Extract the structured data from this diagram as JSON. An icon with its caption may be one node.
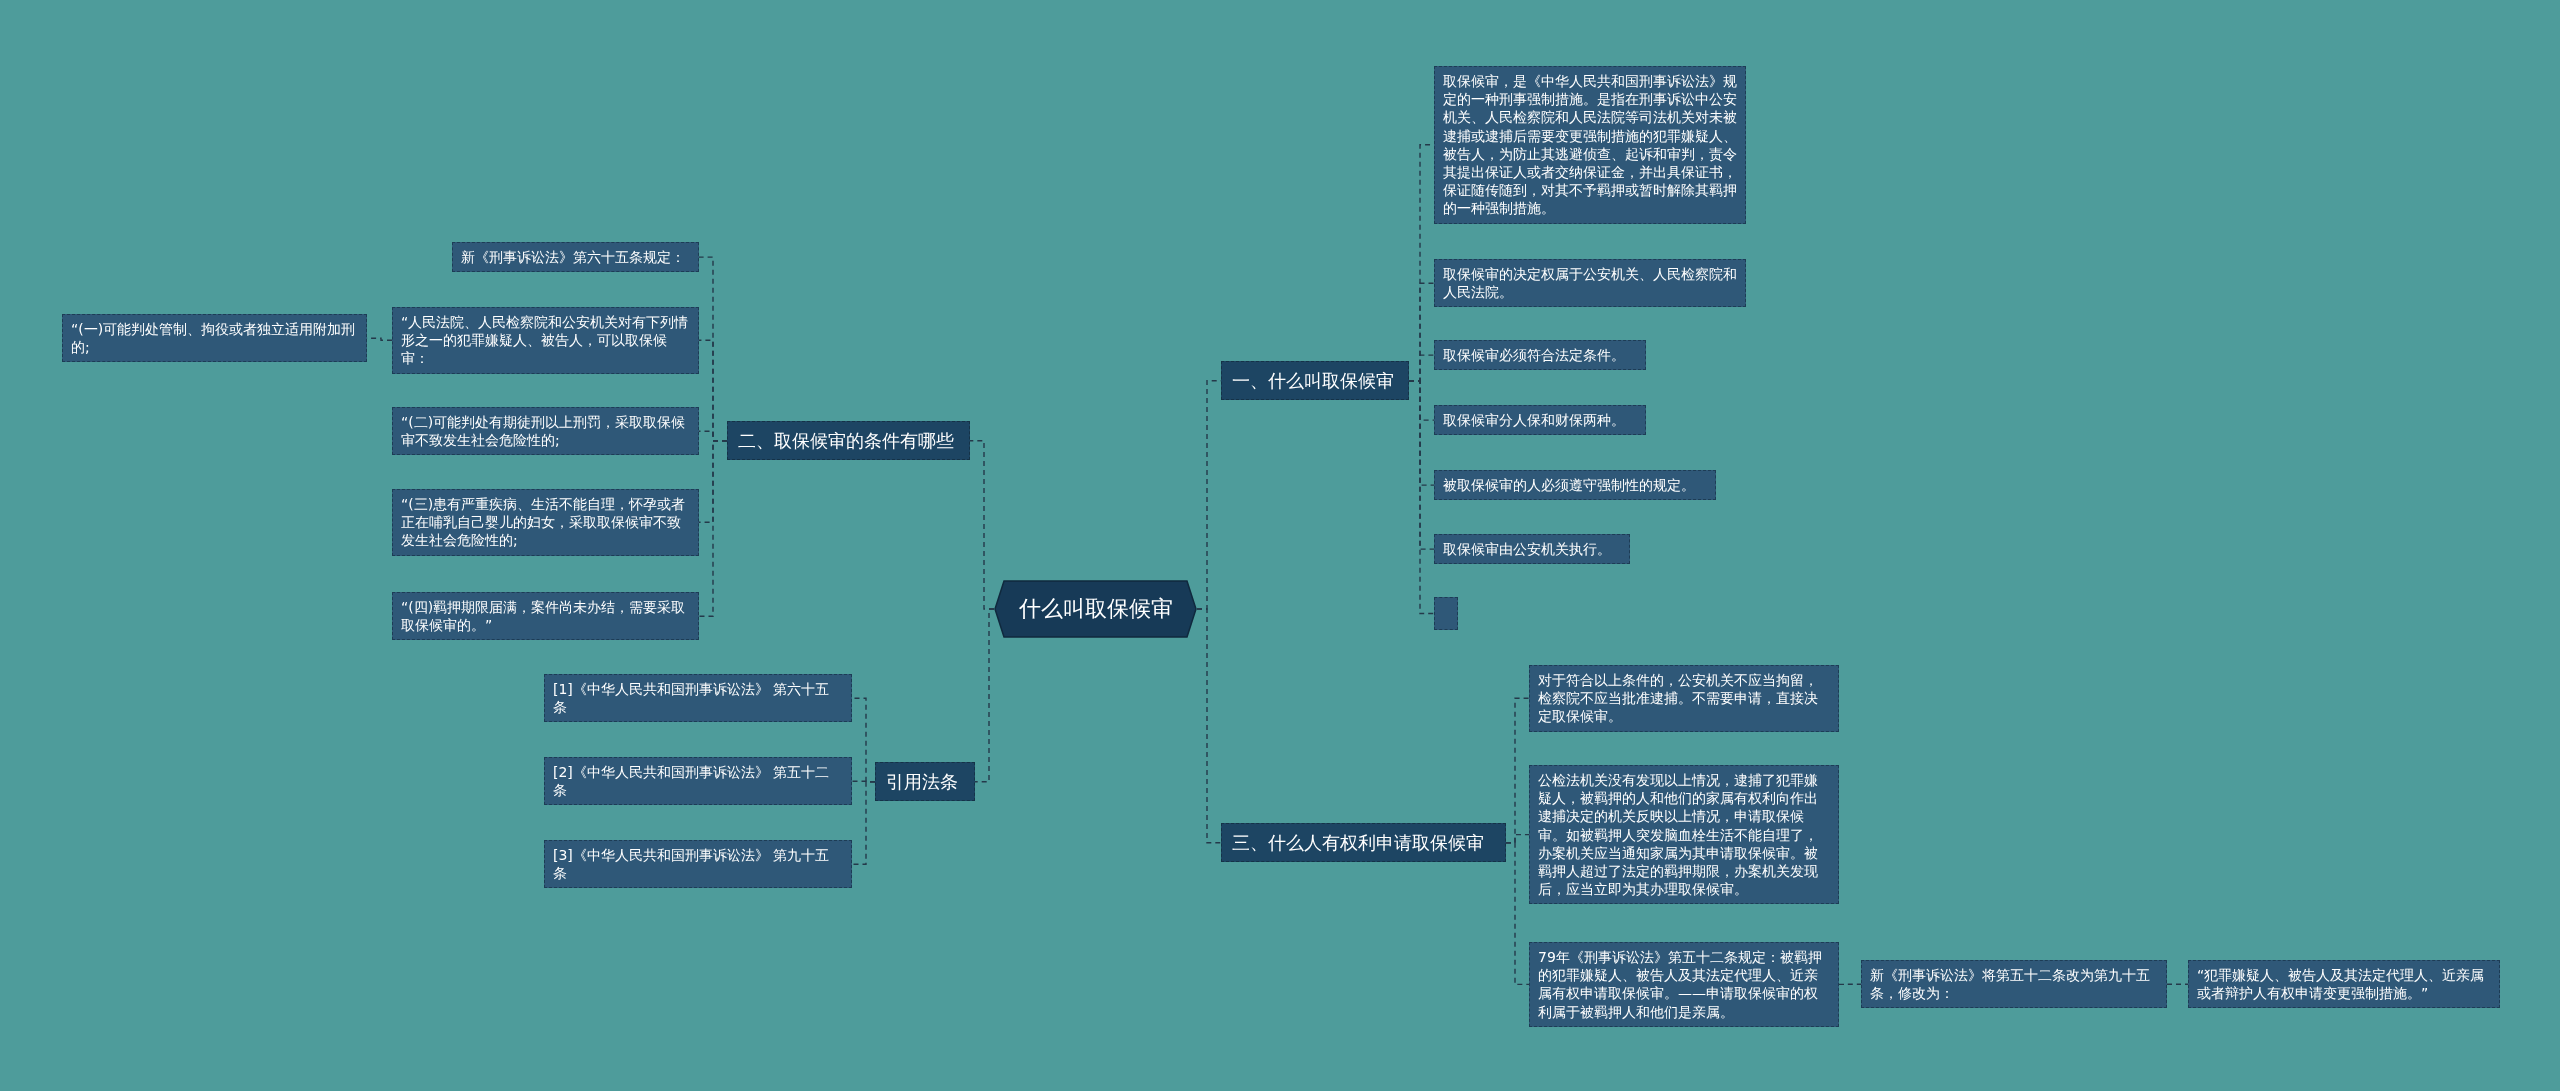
{
  "diagram": {
    "nodes": [
      {
        "text": [
          "什么叫取保候审"
        ]
      },
      {
        "text": [
          "一、什么叫取保候审"
        ]
      },
      {
        "text": [
          "取保候审，是《中华人民共和国刑事诉讼法》规定的一种刑事强制措施。是指在刑事诉讼中公安机关、人民检察院和人民法院等司法机关对未被逮捕或逮捕后需要变更强制措施的犯罪嫌疑人、被告人，为防止其逃避侦查、起诉和审判，责令其提出保证人或者交纳保证金，并出具保证书，保证随传随到，对其不予羁押或暂时解除其羁押的一种强制措施。"
        ]
      },
      {
        "text": [
          "取保候审的决定权属于公安机关、人民检察院和人民法院。"
        ]
      },
      {
        "text": [
          "取保候审必须符合法定条件。"
        ]
      },
      {
        "text": [
          "取保候审分人保和财保两种。"
        ]
      },
      {
        "text": [
          "被取保候审的人必须遵守强制性的规定。"
        ]
      },
      {
        "text": [
          "取保候审由公安机关执行。"
        ]
      },
      {
        "text": [],
        "shape": "box"
      },
      {
        "text": [
          "三、什么人有权利申请取保候审"
        ]
      },
      {
        "text": [
          "对于符合以上条件的，公安机关不应当拘留，检察院不应当批准逮捕。不需要申请，直接决定取保候审。"
        ]
      },
      {
        "text": [
          "公检法机关没有发现以上情况，逮捕了犯罪嫌疑人，被羁押的人和他们的家属有权利向作出逮捕决定的机关反映以上情况，申请取保候审。如被羁押人突发脑血栓生活不能自理了，办案机关应当通知家属为其申请取保候审。被羁押人超过了法定的羁押期限，办案机关发现后，应当立即为其办理取保候审。"
        ]
      },
      {
        "text": [
          "79年《刑事诉讼法》第五十二条规定：被羁押的犯罪嫌疑人、被告人及其法定代理人、近亲属有权申请取保候审。——申请取保候审的权利属于被羁押人和他们是亲属。"
        ]
      },
      {
        "text": [
          "新《刑事诉讼法》将第五十二条改为第九十五条，修改为："
        ]
      },
      {
        "text": [
          "“犯罪嫌疑人、被告人及其法定代理人、近亲属或者辩护人有权申请变更强制措施。”"
        ]
      },
      {
        "text": [
          "二、取保候审的条件有哪些"
        ]
      },
      {
        "text": [
          "新《刑事诉讼法》第六十五条规定："
        ]
      },
      {
        "text": [
          "“人民法院、人民检察院和公安机关对有下列情形之一的犯罪嫌疑人、被告人，可以取保候审："
        ]
      },
      {
        "text": [
          "“(一)可能判处管制、拘役或者独立适用附加刑的;"
        ]
      },
      {
        "text": [
          "“(二)可能判处有期徒刑以上刑罚，采取取保候审不致发生社会危险性的;"
        ]
      },
      {
        "text": [
          "“(三)患有严重疾病、生活不能自理，怀孕或者正在哺乳自己婴儿的妇女，采取取保候审不致发生社会危险性的;"
        ]
      },
      {
        "text": [
          "“(四)羁押期限届满，案件尚未办结，需要采取取保候审的。”"
        ]
      },
      {
        "text": [
          "引用法条"
        ]
      },
      {
        "text": [
          "[1]《中华人民共和国刑事诉讼法》 第六十五条"
        ]
      },
      {
        "text": [
          "[2]《中华人民共和国刑事诉讼法》 第五十二条"
        ]
      },
      {
        "text": [
          "[3]《中华人民共和国刑事诉讼法》 第九十五条"
        ]
      }
    ],
    "edges": [
      {
        "from": 0,
        "to": 1,
        "arrow": "none"
      },
      {
        "from": 0,
        "to": 9,
        "arrow": "none"
      },
      {
        "from": 0,
        "to": 15,
        "arrow": "none"
      },
      {
        "from": 0,
        "to": 22,
        "arrow": "none"
      },
      {
        "from": 1,
        "to": 2,
        "arrow": "none"
      },
      {
        "from": 1,
        "to": 3,
        "arrow": "none"
      },
      {
        "from": 1,
        "to": 4,
        "arrow": "none"
      },
      {
        "from": 1,
        "to": 5,
        "arrow": "none"
      },
      {
        "from": 1,
        "to": 6,
        "arrow": "none"
      },
      {
        "from": 1,
        "to": 7,
        "arrow": "none"
      },
      {
        "from": 1,
        "to": 8,
        "arrow": "none"
      },
      {
        "from": 9,
        "to": 10,
        "arrow": "none"
      },
      {
        "from": 9,
        "to": 11,
        "arrow": "none"
      },
      {
        "from": 9,
        "to": 12,
        "arrow": "none"
      },
      {
        "from": 12,
        "to": 13,
        "arrow": "none"
      },
      {
        "from": 13,
        "to": 14,
        "arrow": "none"
      },
      {
        "from": 15,
        "to": 16,
        "arrow": "none"
      },
      {
        "from": 15,
        "to": 17,
        "arrow": "none"
      },
      {
        "from": 15,
        "to": 19,
        "arrow": "none"
      },
      {
        "from": 15,
        "to": 20,
        "arrow": "none"
      },
      {
        "from": 15,
        "to": 21,
        "arrow": "none"
      },
      {
        "from": 17,
        "to": 18,
        "arrow": "none"
      },
      {
        "from": 22,
        "to": 23,
        "arrow": "none"
      },
      {
        "from": 22,
        "to": 24,
        "arrow": "none"
      },
      {
        "from": 22,
        "to": 25,
        "arrow": "none"
      }
    ]
  }
}
